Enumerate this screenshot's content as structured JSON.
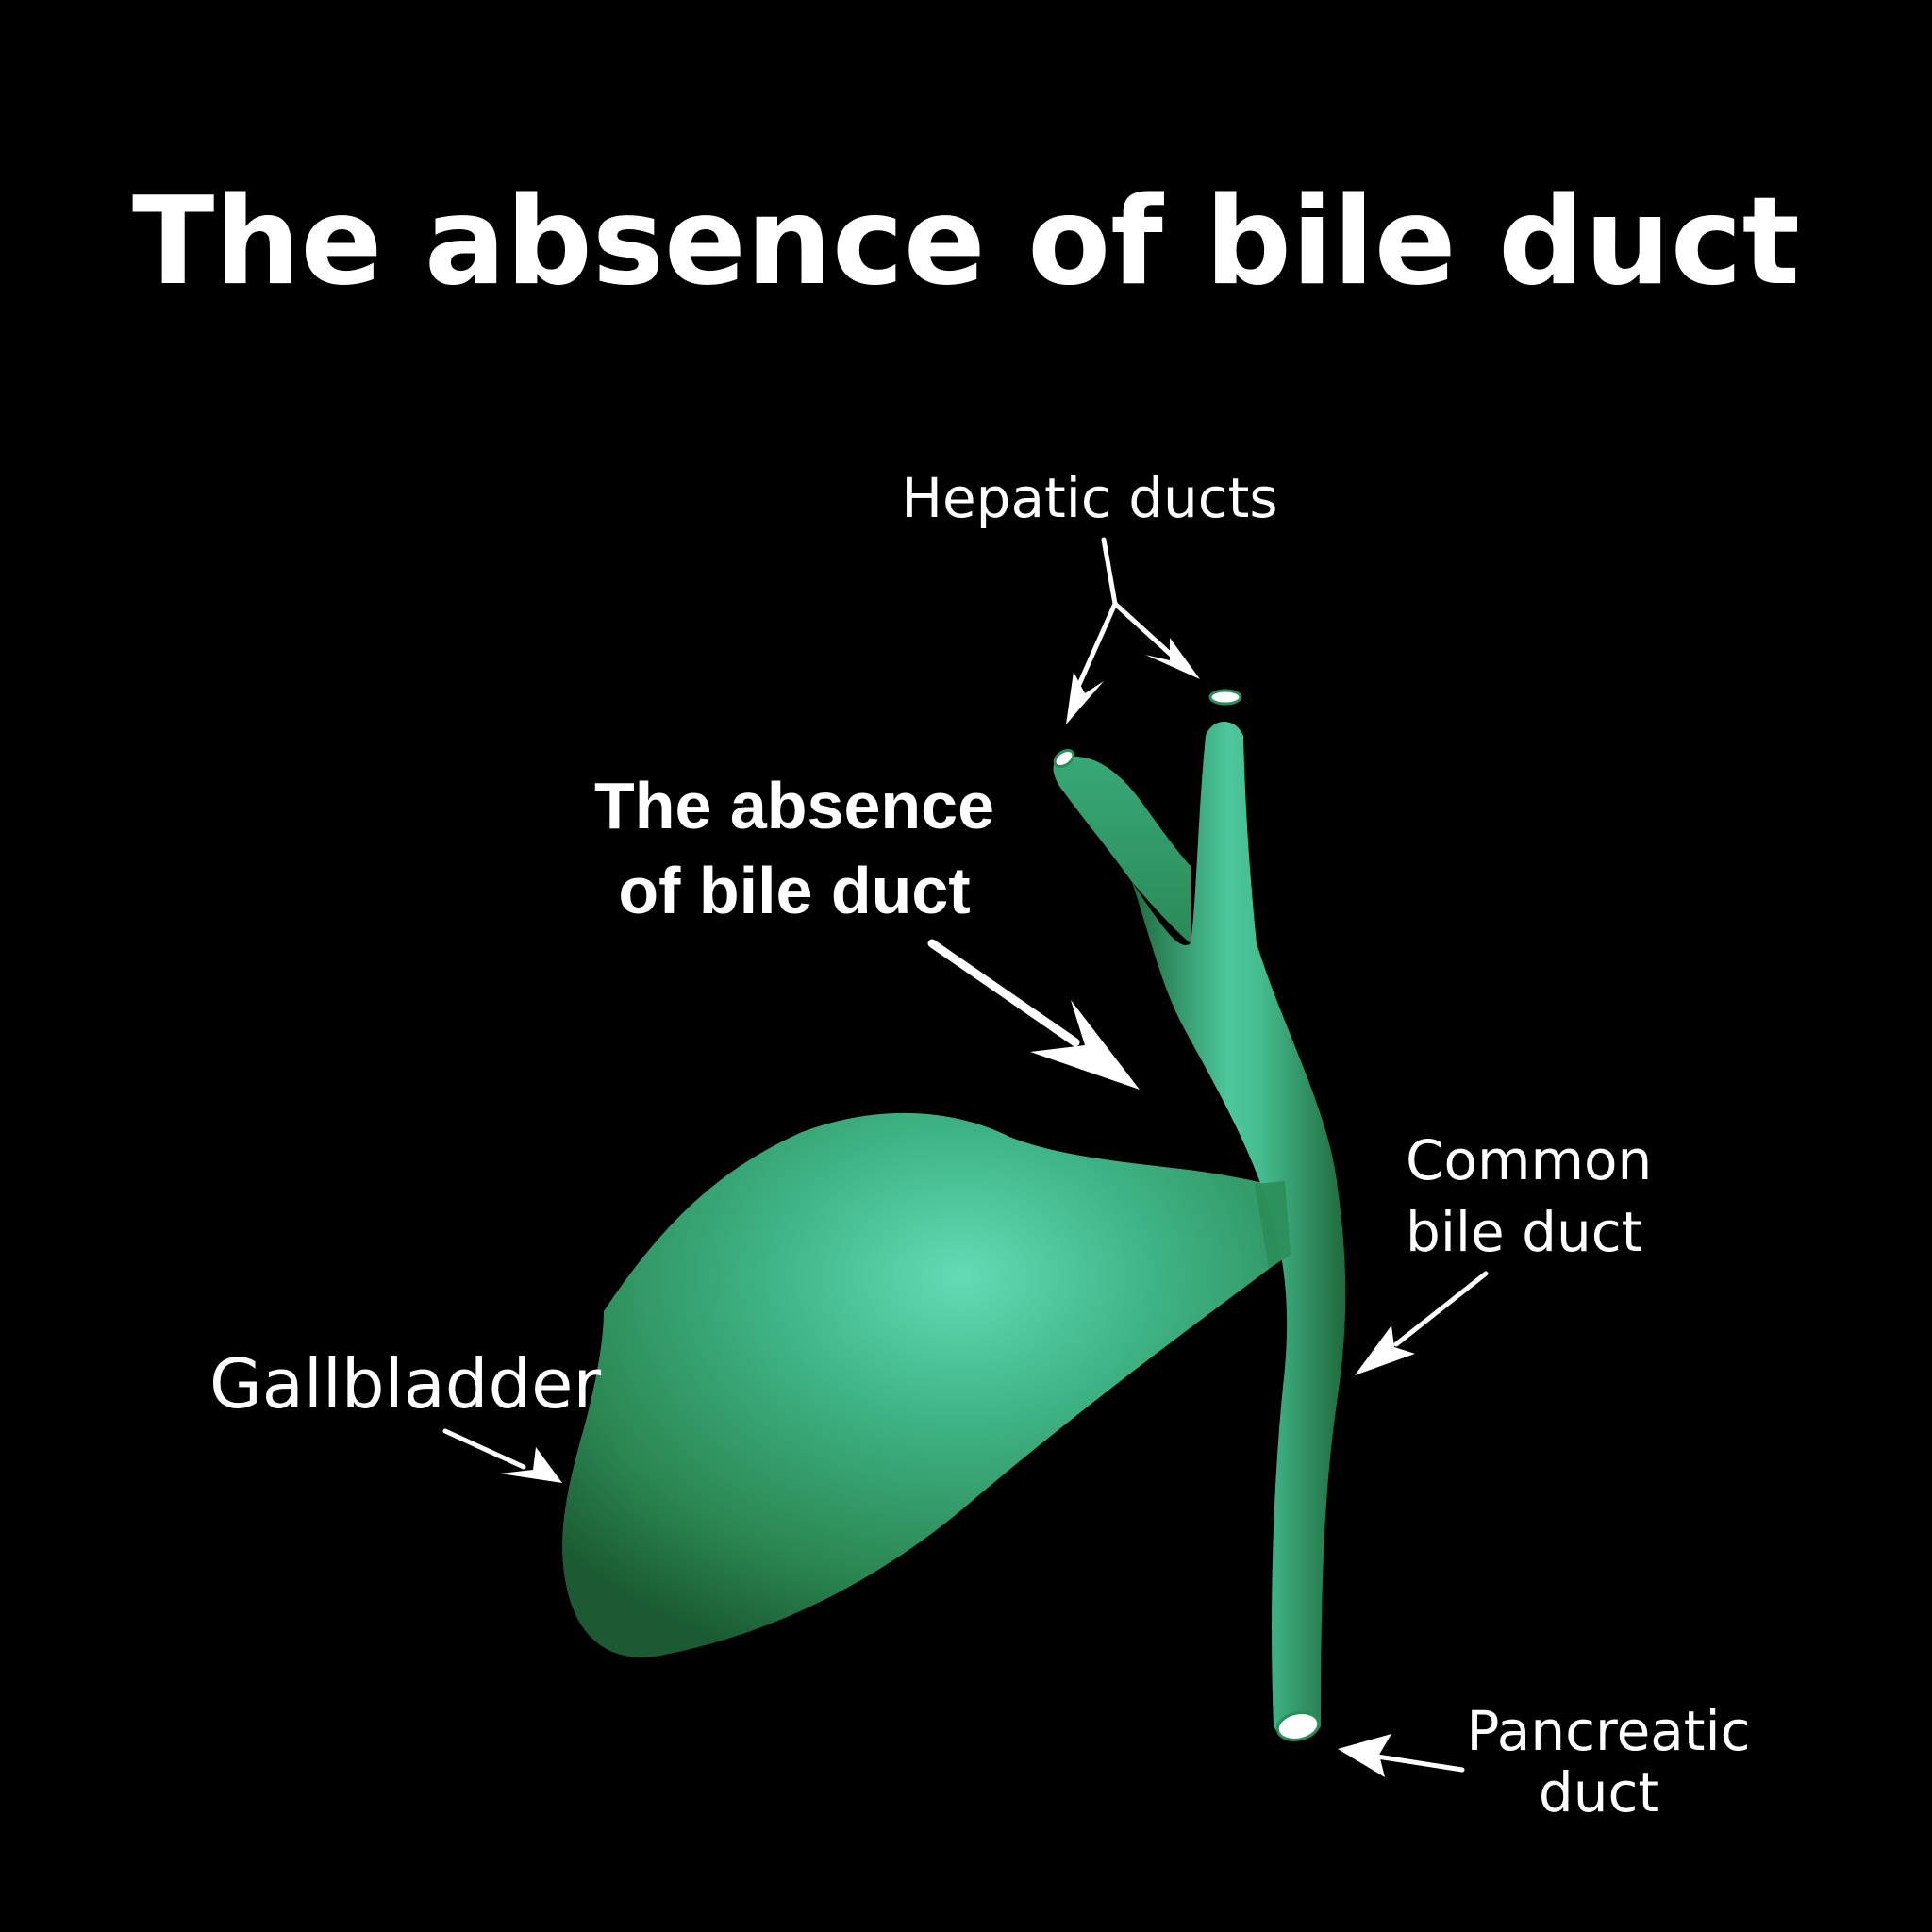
{
  "title": "The absence of bile duct",
  "colors": {
    "background": "#000000",
    "organ_light": "#5fd6b0",
    "organ_mid": "#3aaa7e",
    "organ_dark": "#1c5e34",
    "text": "#ffffff"
  },
  "labels": {
    "hepatic_ducts": "Hepatic ducts",
    "absence_line1": "The absence",
    "absence_line2": "of bile duct",
    "common_line1": "Common",
    "common_line2": "bile duct",
    "gallbladder": "Gallbladder",
    "pancreatic_line1": "Pancreatic",
    "pancreatic_line2": "duct"
  }
}
